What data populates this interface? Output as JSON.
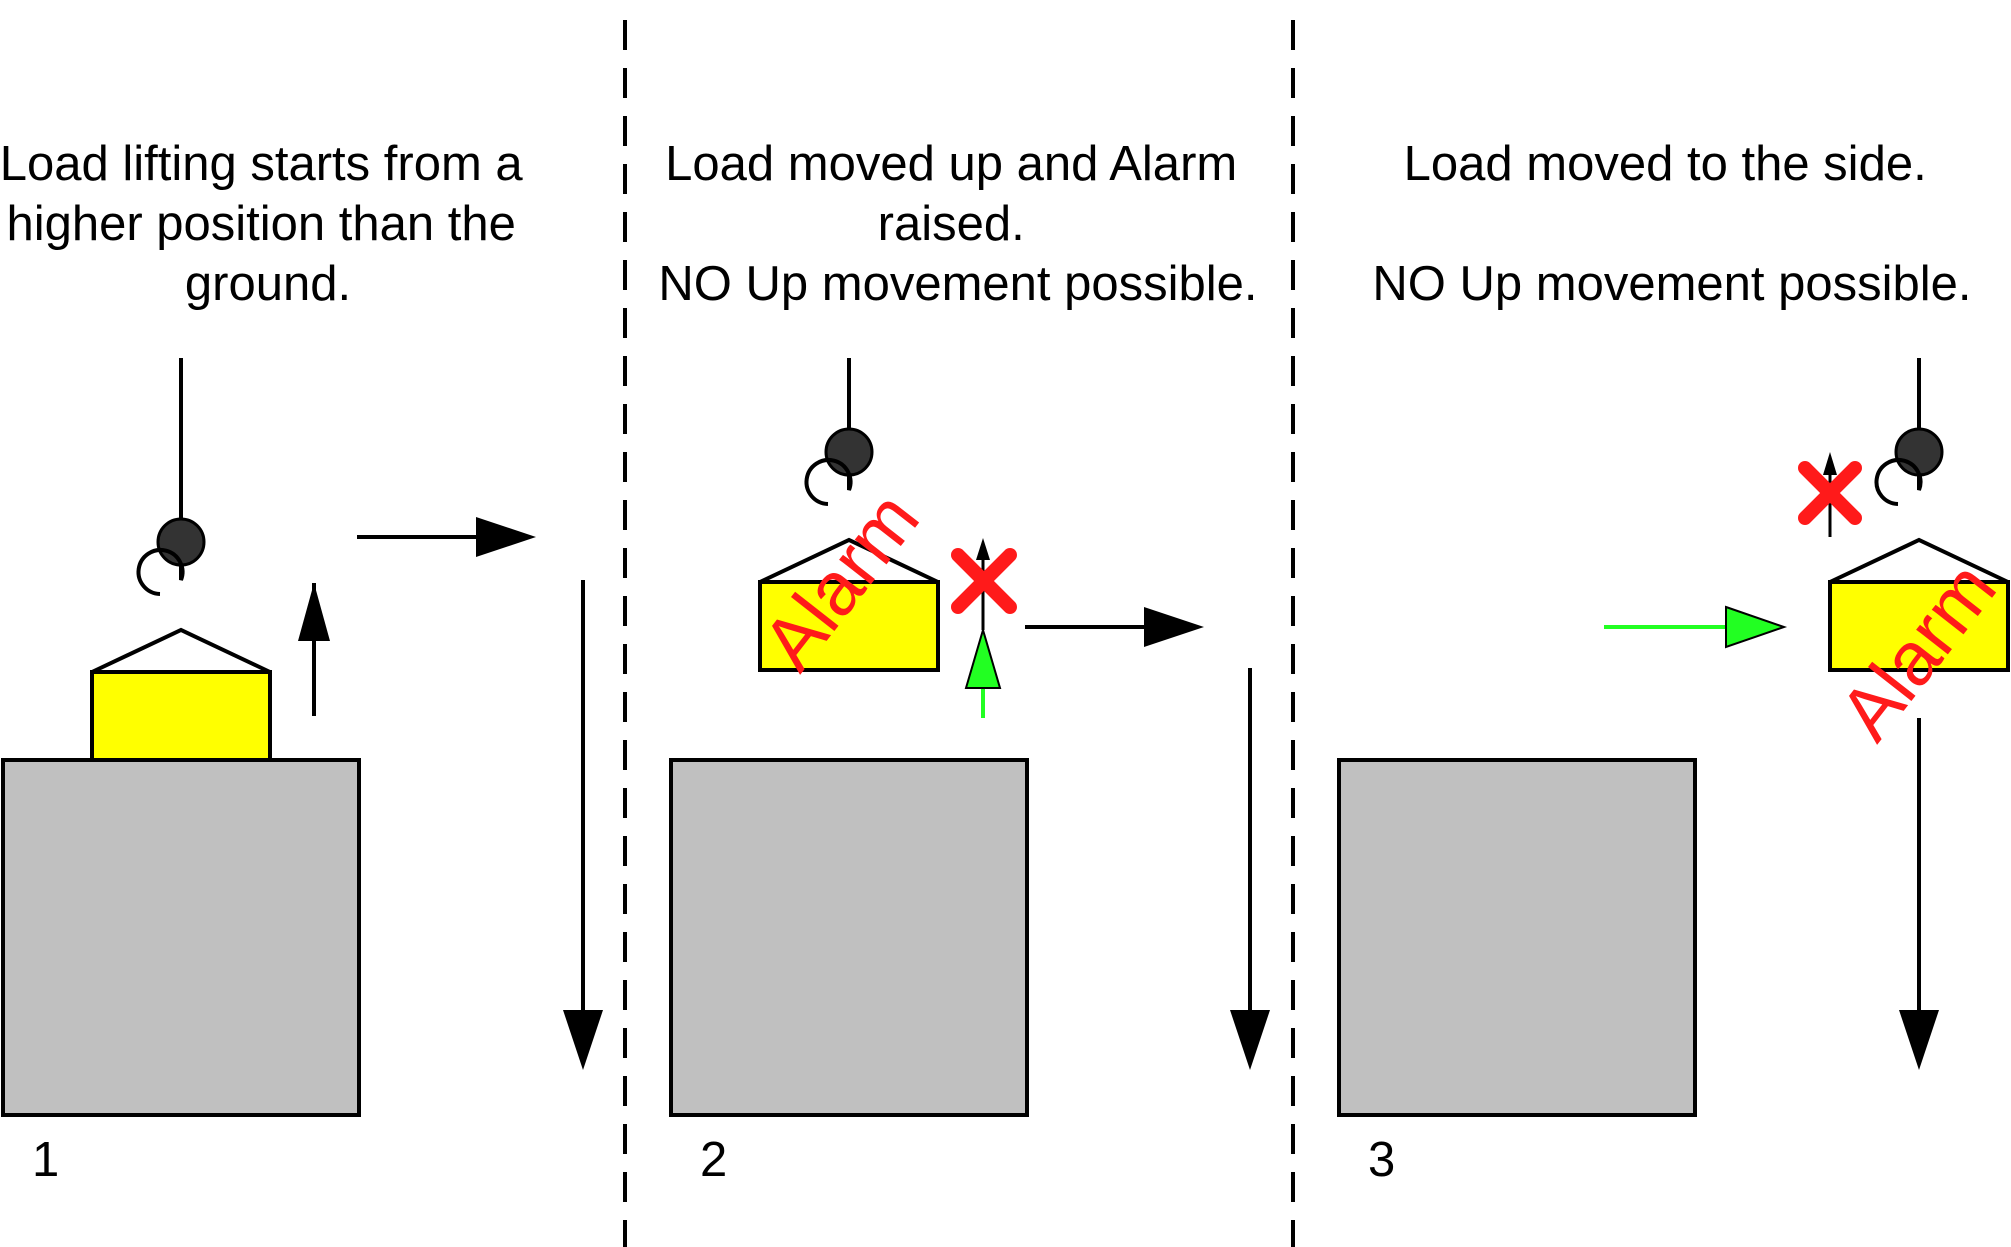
{
  "colors": {
    "block": "#c0c0c0",
    "load": "#ffff00",
    "hook_ball": "#333333",
    "alarm": "#ff1a1a",
    "allowed_arrow": "#22ff22",
    "arrow": "#000000"
  },
  "panels": [
    {
      "number": "1",
      "caption": [
        "Load lifting starts from a",
        "higher position than the",
        "ground."
      ]
    },
    {
      "number": "2",
      "caption": [
        "Load moved up and Alarm",
        "raised.",
        "NO Up movement possible."
      ],
      "alarm_label": "Alarm"
    },
    {
      "number": "3",
      "caption": [
        "Load moved to the side.",
        "",
        "NO Up movement possible."
      ],
      "alarm_label": "Alarm"
    }
  ]
}
